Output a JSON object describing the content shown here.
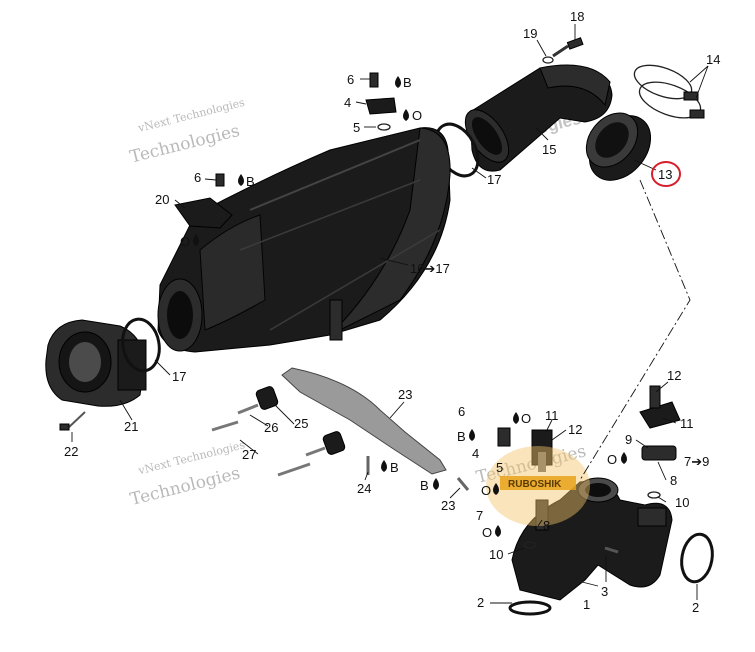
{
  "watermarks": {
    "line1": "vNext Technologies",
    "line2": "Technologies",
    "brand_top": "vNext",
    "stamp": "RUBOSHIK"
  },
  "callouts": {
    "c18": "18",
    "c19": "19",
    "c14": "14",
    "c15": "15",
    "c13": "13",
    "c6a": "6",
    "c4a": "4",
    "c5a": "5",
    "c17a": "17",
    "c6b": "6",
    "c20": "20",
    "c16": "16➔17",
    "c17b": "17",
    "c21": "21",
    "c22": "22",
    "c23a": "23",
    "c25": "25",
    "c26": "26",
    "c27": "27",
    "c24": "24",
    "c23b": "23",
    "c6c": "6",
    "c4c": "4",
    "c5c": "5",
    "c11a": "11",
    "c12a": "12",
    "c7a": "7",
    "c10a": "10",
    "c8a": "8",
    "c12b": "12",
    "c11b": "11",
    "c9": "9",
    "c7b": "7➔9",
    "c8b": "8",
    "c10b": "10",
    "c3": "3",
    "c1": "1",
    "c2a": "2",
    "c2b": "2"
  },
  "lube_codes": {
    "b1": "B",
    "o1": "O",
    "b2": "B",
    "o2": "O",
    "b3": "B",
    "o3": "O",
    "b4": "B",
    "b5": "B",
    "o4": "O",
    "o5": "O",
    "o6": "O"
  },
  "colors": {
    "highlight": "#d61f2a",
    "part": "#1b1b1b",
    "stamp": "#e8a21a"
  }
}
